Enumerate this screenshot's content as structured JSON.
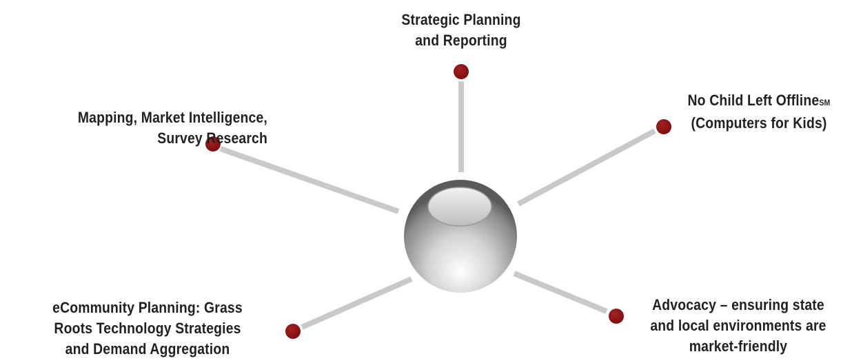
{
  "colors": {
    "spoke": "#c9c9c9",
    "dot": "#8b1414",
    "sphere_light": "#ffffff",
    "sphere_dark": "#6e6e6e",
    "text": "#231f20"
  },
  "hub": {
    "icon": "sphere-icon"
  },
  "nodes": {
    "top": {
      "lines": [
        "Strategic Planning",
        "and Reporting"
      ]
    },
    "upper_left": {
      "lines": [
        "Mapping, Market Intelligence,",
        "Survey Research"
      ]
    },
    "upper_right": {
      "lines": [
        "No Child Left Offline",
        "(Computers for Kids)"
      ],
      "superscript": "SM"
    },
    "lower_left": {
      "lines": [
        "eCommunity Planning: Grass",
        "Roots Technology Strategies",
        "and Demand Aggregation"
      ]
    },
    "lower_right": {
      "lines": [
        "Advocacy – ensuring state",
        "and local environments are",
        "market-friendly"
      ]
    }
  }
}
